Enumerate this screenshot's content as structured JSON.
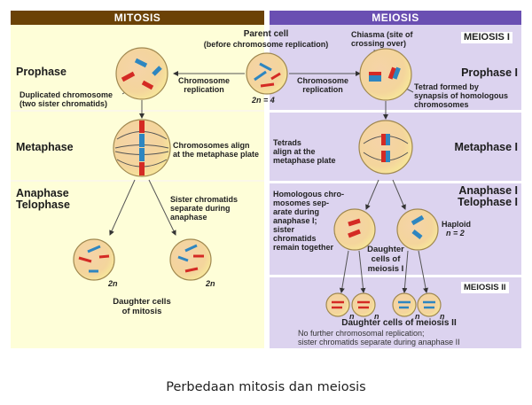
{
  "mitosis": {
    "header": "MITOSIS",
    "phases": {
      "prophase": "Prophase",
      "metaphase": "Metaphase",
      "anaphase": "Anaphase",
      "telophase": "Telophase"
    },
    "labels": {
      "duplicated_chromosome": "Duplicated chromosome",
      "two_sister_chromatids": "(two sister chromatids)",
      "align_line1": "Chromosomes align",
      "align_line2": "at the metaphase plate",
      "sister_line1": "Sister chromatids",
      "sister_line2": "separate during",
      "sister_line3": "anaphase",
      "ploidy_left": "2n",
      "ploidy_right": "2n",
      "daughter_line1": "Daughter cells",
      "daughter_line2": "of mitosis"
    }
  },
  "center": {
    "parent_title": "Parent cell",
    "parent_subtitle": "(before chromosome replication)",
    "ploidy": "2n = 4",
    "replication_left_line1": "Chromosome",
    "replication_left_line2": "replication",
    "replication_right_line1": "Chromosome",
    "replication_right_line2": "replication"
  },
  "meiosis": {
    "header": "MEIOSIS",
    "meiosis1_tag": "MEIOSIS I",
    "meiosis2_tag": "MEIOSIS II",
    "phases": {
      "prophase1": "Prophase I",
      "metaphase1": "Metaphase I",
      "anaphase1": "Anaphase I",
      "telophase1": "Telophase I"
    },
    "labels": {
      "chiasma_line1": "Chiasma (site of",
      "chiasma_line2": "crossing over)",
      "tetrad_line1": "Tetrad formed by",
      "tetrad_line2": "synapsis of homologous",
      "tetrad_line3": "chromosomes",
      "tetrads_line1": "Tetrads",
      "tetrads_line2": "align at the",
      "tetrads_line3": "metaphase plate",
      "homolog_lines": [
        "Homologous chro-",
        "mosomes sep-",
        "arate during",
        "anaphase I;",
        "sister",
        "chromatids",
        "remain together"
      ],
      "haploid_line1": "Haploid",
      "haploid_line2": "n = 2",
      "daughter1_lines": [
        "Daughter",
        "cells of",
        "meiosis I"
      ],
      "ploidy_n": [
        "n",
        "n",
        "n",
        "n"
      ],
      "daughter2_title": "Daughter cells of meiosis II",
      "daughter2_line1": "No further chromosomal replication;",
      "daughter2_line2": "sister chromatids separate during anaphase II"
    }
  },
  "colors": {
    "mitosis_header": "#6b4206",
    "meiosis_header": "#6a4fb2",
    "mitosis_bg": "#fefed8",
    "meiosis_bg": "#dcd3ef",
    "chromosome_red": "#d42a24",
    "chromosome_blue": "#2e86c0"
  },
  "caption": "Perbedaan mitosis dan meiosis"
}
